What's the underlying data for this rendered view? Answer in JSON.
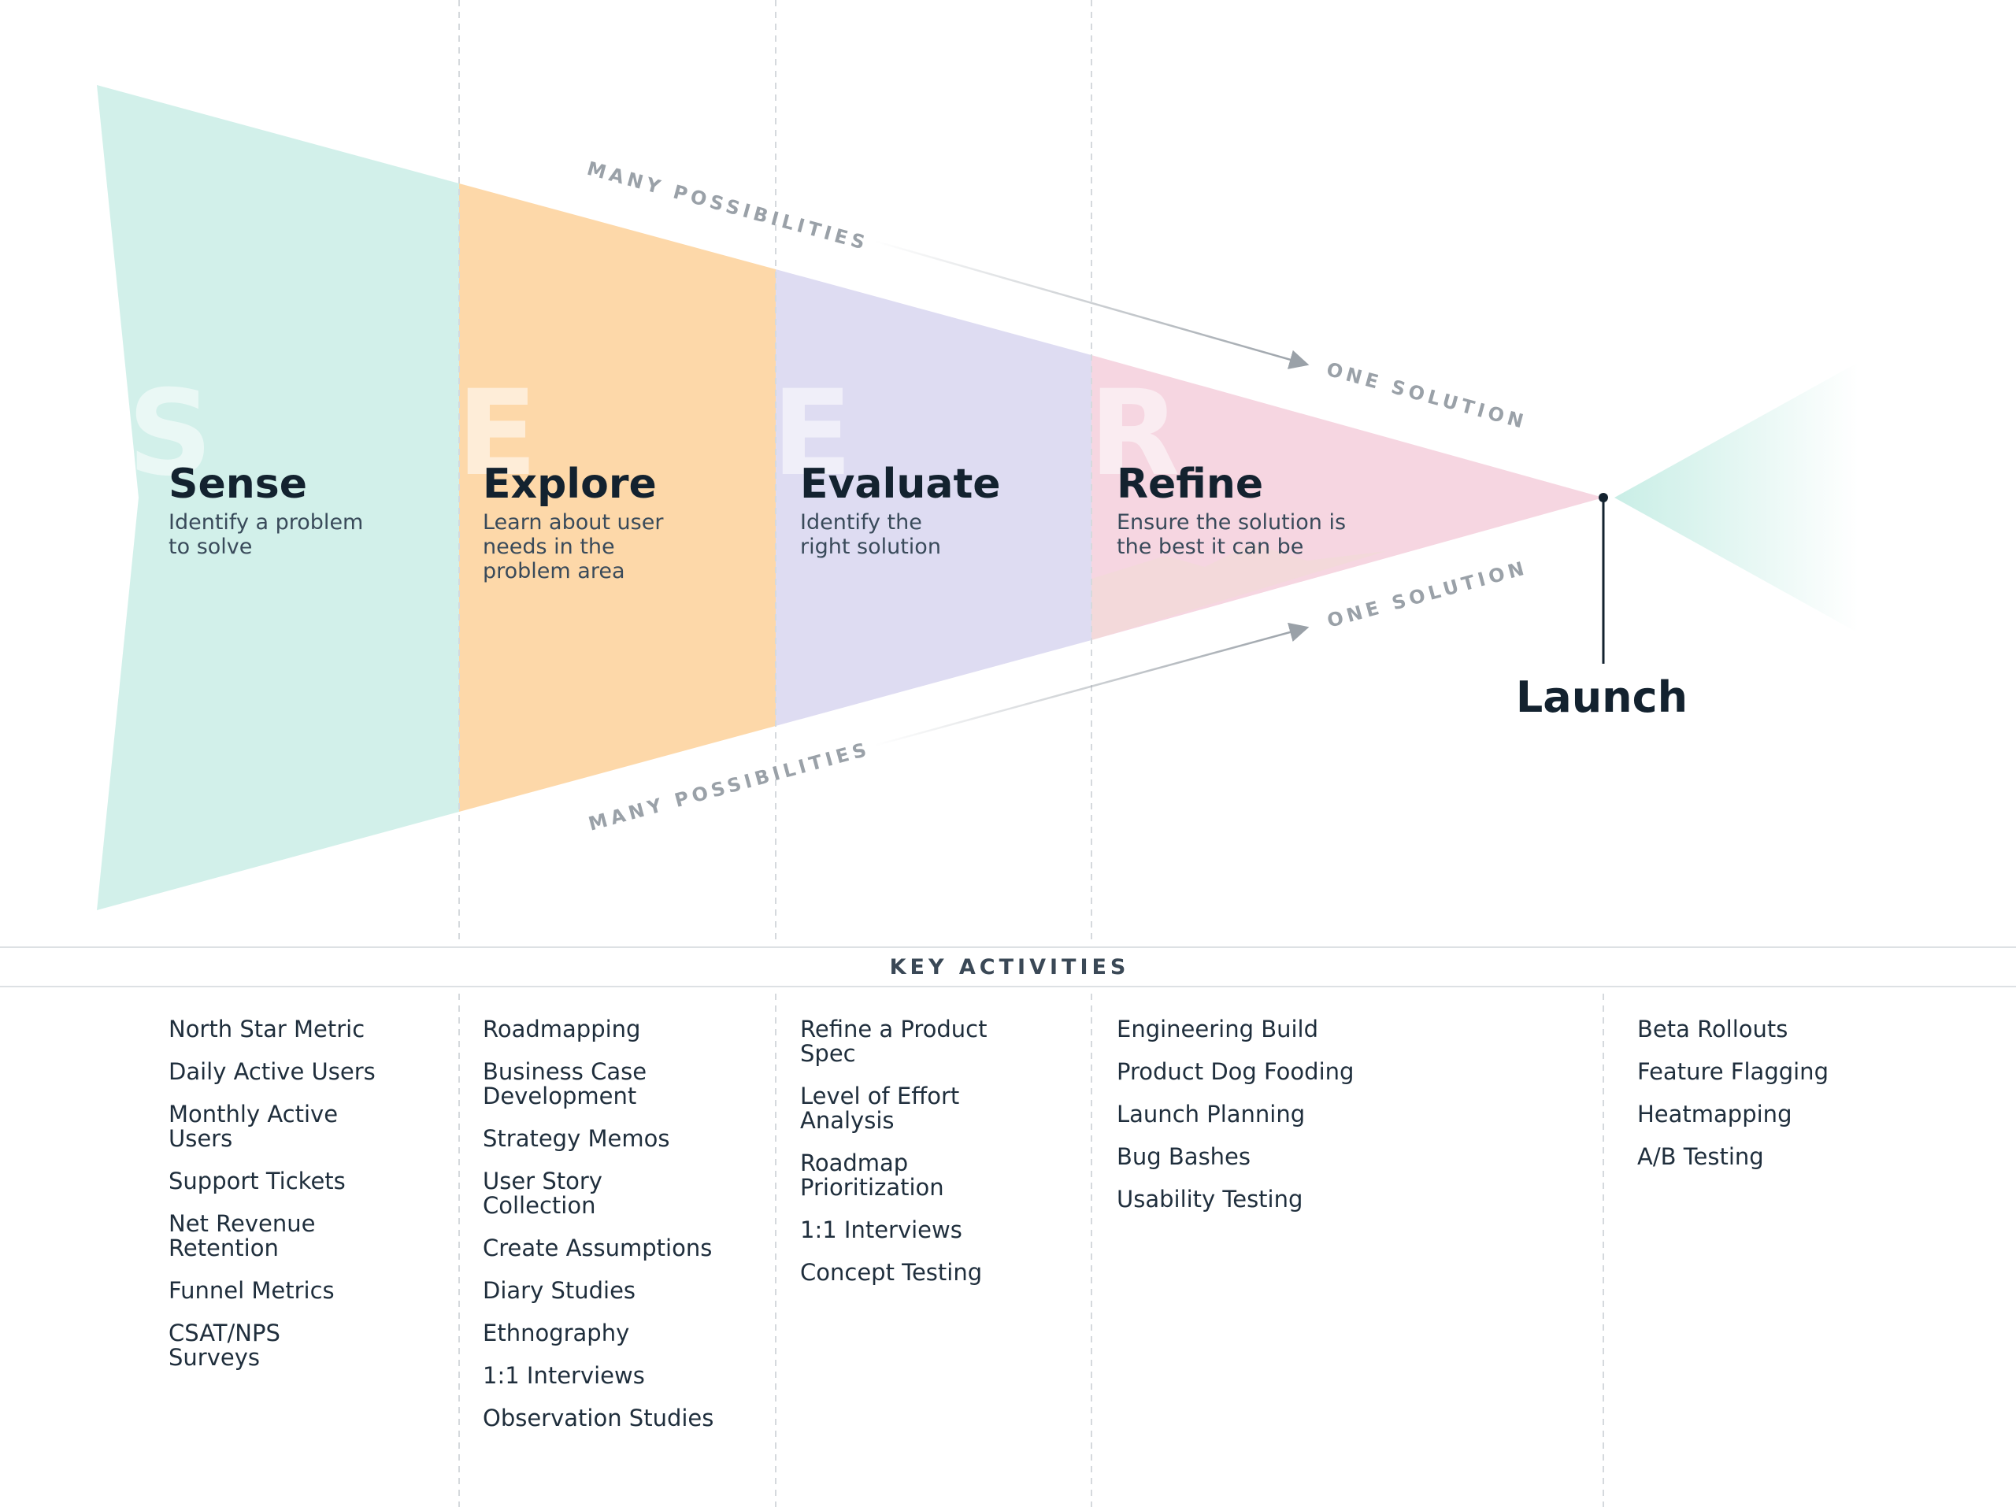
{
  "stages": [
    {
      "letter": "S",
      "title": "Sense",
      "desc_lines": [
        "Identify a problem",
        "to solve"
      ],
      "color": "#d2f0ea"
    },
    {
      "letter": "E",
      "title": "Explore",
      "desc_lines": [
        "Learn about user",
        "needs in the",
        "problem area"
      ],
      "color": "#fdd8a9"
    },
    {
      "letter": "E",
      "title": "Evaluate",
      "desc_lines": [
        "Identify the",
        "right solution"
      ],
      "color": "#dedcf2"
    },
    {
      "letter": "R",
      "title": "Refine",
      "desc_lines": [
        "Ensure the solution is",
        "the best it can be"
      ],
      "color": "#f6d6e1"
    }
  ],
  "arrows": {
    "top_start": "MANY POSSIBILITIES",
    "top_end": "ONE SOLUTION",
    "bottom_start": "MANY POSSIBILITIES",
    "bottom_end": "ONE SOLUTION"
  },
  "launch": {
    "label": "Launch",
    "color": "#d2f0ea"
  },
  "key_activities": {
    "label": "KEY ACTIVITIES",
    "columns": [
      {
        "stage": "Sense",
        "items": [
          "North Star Metric",
          "Daily Active Users",
          "Monthly Active\nUsers",
          "Support Tickets",
          "Net Revenue\nRetention",
          "Funnel Metrics",
          "CSAT/NPS\nSurveys"
        ]
      },
      {
        "stage": "Explore",
        "items": [
          "Roadmapping",
          "Business Case\nDevelopment",
          "Strategy Memos",
          "User Story\nCollection",
          "Create Assumptions",
          "Diary Studies",
          "Ethnography",
          "1:1 Interviews",
          "Observation Studies"
        ]
      },
      {
        "stage": "Evaluate",
        "items": [
          "Refine a Product\nSpec",
          "Level of Effort\nAnalysis",
          "Roadmap\nPrioritization",
          "1:1 Interviews",
          "Concept Testing"
        ]
      },
      {
        "stage": "Refine",
        "items": [
          "Engineering Build",
          "Product Dog Fooding",
          "Launch Planning",
          "Bug Bashes",
          "Usability Testing"
        ]
      },
      {
        "stage": "Launch",
        "items": [
          "Beta Rollouts",
          "Feature Flagging",
          "Heatmapping",
          "A/B Testing"
        ]
      }
    ]
  }
}
